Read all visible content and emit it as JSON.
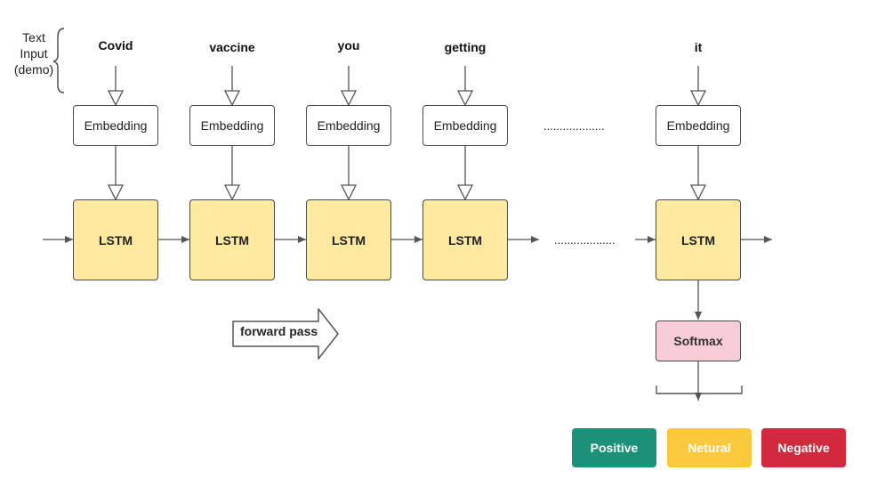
{
  "input_label": "Text Input (demo)",
  "words": [
    "Covid",
    "vaccine",
    "you",
    "getting",
    "it"
  ],
  "embedding_label": "Embedding",
  "lstm_label": "LSTM",
  "ellipsis_top": "...................",
  "ellipsis_mid": "...................",
  "forward_pass_label": "forward pass",
  "softmax_label": "Softmax",
  "outputs": [
    {
      "label": "Positive",
      "color": "#1a9178"
    },
    {
      "label": "Netural",
      "color": "#fbc93c"
    },
    {
      "label": "Negative",
      "color": "#d1293d"
    }
  ],
  "colors": {
    "lstm_fill": "#fde9a0",
    "softmax_fill": "#f8cdd8",
    "stroke": "#4a4a4a"
  }
}
